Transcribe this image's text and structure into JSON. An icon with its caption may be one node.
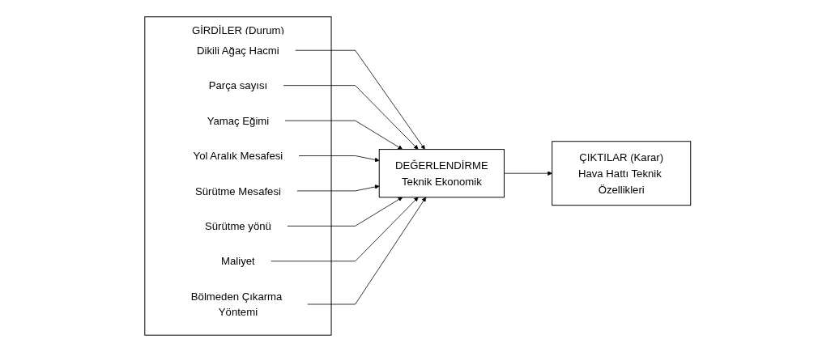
{
  "diagram": {
    "nodes": [
      {
        "text": [
          "GİRDİLER (Durum)"
        ]
      },
      {
        "text": [
          "Dikili Ağaç Hacmi"
        ],
        "in": 0
      },
      {
        "text": [
          "Parça sayısı"
        ],
        "in": 0
      },
      {
        "text": [
          "Yamaç Eğimi"
        ],
        "in": 0
      },
      {
        "text": [
          "Yol Aralık Mesafesi"
        ],
        "in": 0
      },
      {
        "text": [
          "Sürütme Mesafesi"
        ],
        "in": 0
      },
      {
        "text": [
          "Sürütme yönü"
        ],
        "in": 0
      },
      {
        "text": [
          "Maliyet"
        ],
        "in": 0
      },
      {
        "text": [
          "Bölmeden Çıkarma Yöntemi"
        ],
        "in": 0
      },
      {
        "text": [
          "DEĞERLENDİRME",
          "Teknik Ekonomik"
        ]
      },
      {
        "text": [
          "ÇIKTILAR (Karar)",
          "Hava Hattı Teknik Özellikleri"
        ]
      }
    ],
    "edges": [
      {
        "from": 1,
        "to": 9,
        "arrow": "to"
      },
      {
        "from": 2,
        "to": 9,
        "arrow": "to"
      },
      {
        "from": 3,
        "to": 9,
        "arrow": "to"
      },
      {
        "from": 4,
        "to": 9,
        "arrow": "to"
      },
      {
        "from": 5,
        "to": 9,
        "arrow": "to"
      },
      {
        "from": 6,
        "to": 9,
        "arrow": "to"
      },
      {
        "from": 7,
        "to": 9,
        "arrow": "to"
      },
      {
        "from": 8,
        "to": 9,
        "arrow": "to"
      },
      {
        "from": 9,
        "to": 10,
        "arrow": "to"
      }
    ]
  }
}
